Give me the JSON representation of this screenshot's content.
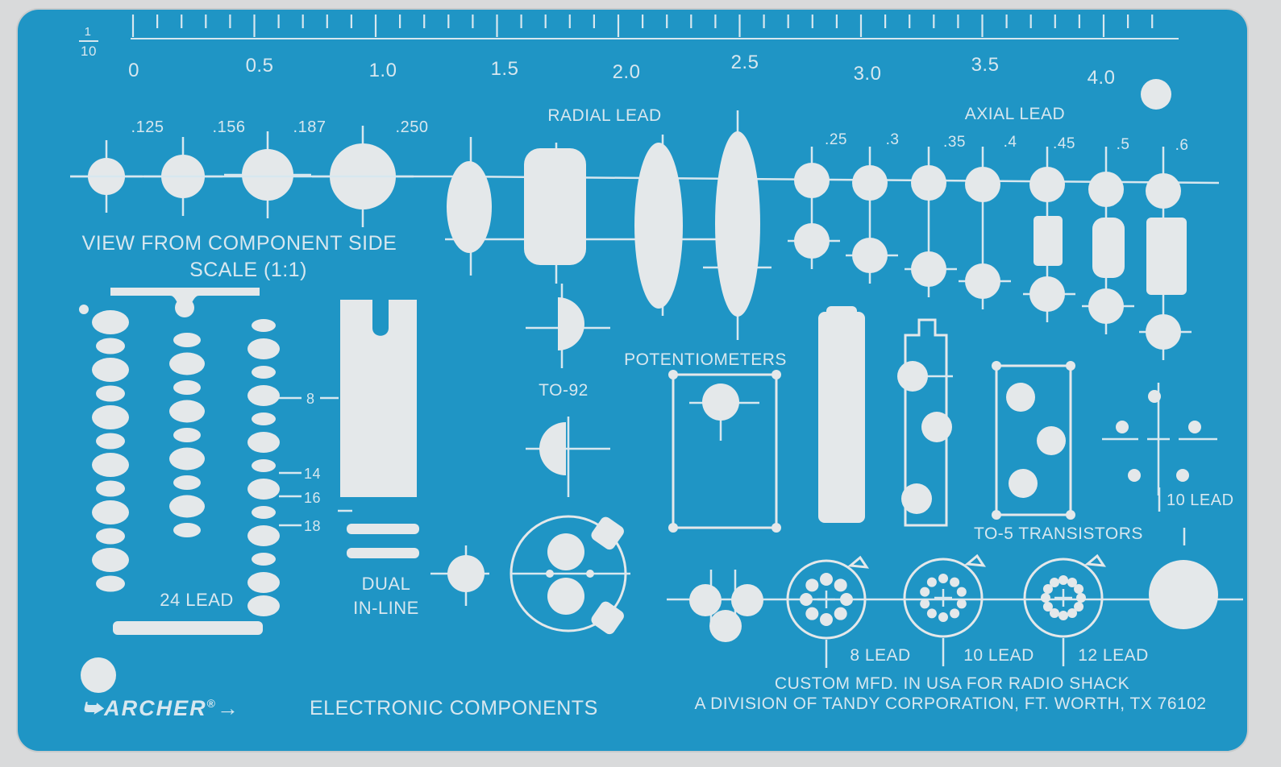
{
  "ruler": {
    "fraction_top": "1",
    "fraction_bottom": "10",
    "marks": [
      "0",
      "0.5",
      "1.0",
      "1.5",
      "2.0",
      "2.5",
      "3.0",
      "3.5",
      "4.0"
    ]
  },
  "sections": {
    "radial_lead": "RADIAL LEAD",
    "axial_lead": "AXIAL LEAD",
    "view_line1": "VIEW FROM COMPONENT SIDE",
    "view_line2": "SCALE (1:1)",
    "to92": "TO-92",
    "potentiometers": "POTENTIOMETERS",
    "to5": "TO-5  TRANSISTORS",
    "dual1": "DUAL",
    "dual2": "IN-LINE",
    "lead24": "24 LEAD",
    "lead10_right": "10 LEAD",
    "lead8": "8 LEAD",
    "lead10": "10 LEAD",
    "lead12": "12 LEAD"
  },
  "sizes": [
    ".125",
    ".156",
    ".187",
    ".250"
  ],
  "axial_sizes": [
    ".25",
    ".3",
    ".35",
    ".4",
    ".45",
    ".5",
    ".6"
  ],
  "dip_ticks": [
    "8",
    "14",
    "16",
    "18"
  ],
  "footer": {
    "brand": "ARCHER",
    "registered": "®",
    "product": "ELECTRONIC COMPONENTS",
    "custom": "CUSTOM MFD. IN USA FOR RADIO SHACK",
    "division": "A DIVISION OF TANDY CORPORATION, FT. WORTH, TX 76102"
  },
  "colors": {
    "plastic": "#1f95c5",
    "cutout": "#e4e8ea",
    "ink": "#d7e7ef",
    "background": "#d9dadb"
  }
}
